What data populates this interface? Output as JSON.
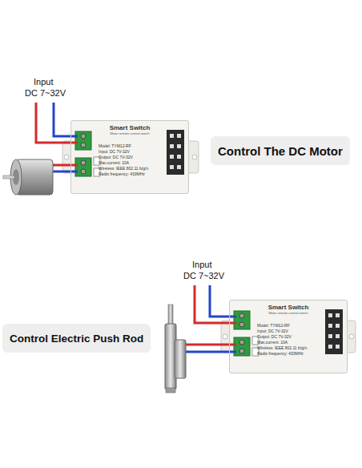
{
  "diagram": {
    "nodes": [
      {
        "text": [
          "Smart Switch",
          "Motor remote control switch",
          "Model: TYM12-RF",
          "Input: DC 7V-32V",
          "Output: DC 7V-32V",
          "Max.current: 10A",
          "Wireless: IEEE 802.11 b/g/n",
          "Radio frequency: 433MHz"
        ]
      },
      {
        "text": [
          "Control The DC Motor"
        ]
      },
      {
        "text": [
          "Control Electric Push Rod"
        ]
      },
      {
        "text": [
          "Smart Switch",
          "Motor remote control switch",
          "Model: TYM12-RF",
          "Input: DC 7V-32V",
          "Output: DC 7V-32V",
          "Max.current: 10A",
          "Wireless: IEEE 802.11 b/g/n",
          "Radio frequency: 433MHz"
        ]
      }
    ],
    "edges": [],
    "labels": [
      "Input",
      "DC 7~32V",
      "Input",
      "DC 7~32V"
    ]
  }
}
